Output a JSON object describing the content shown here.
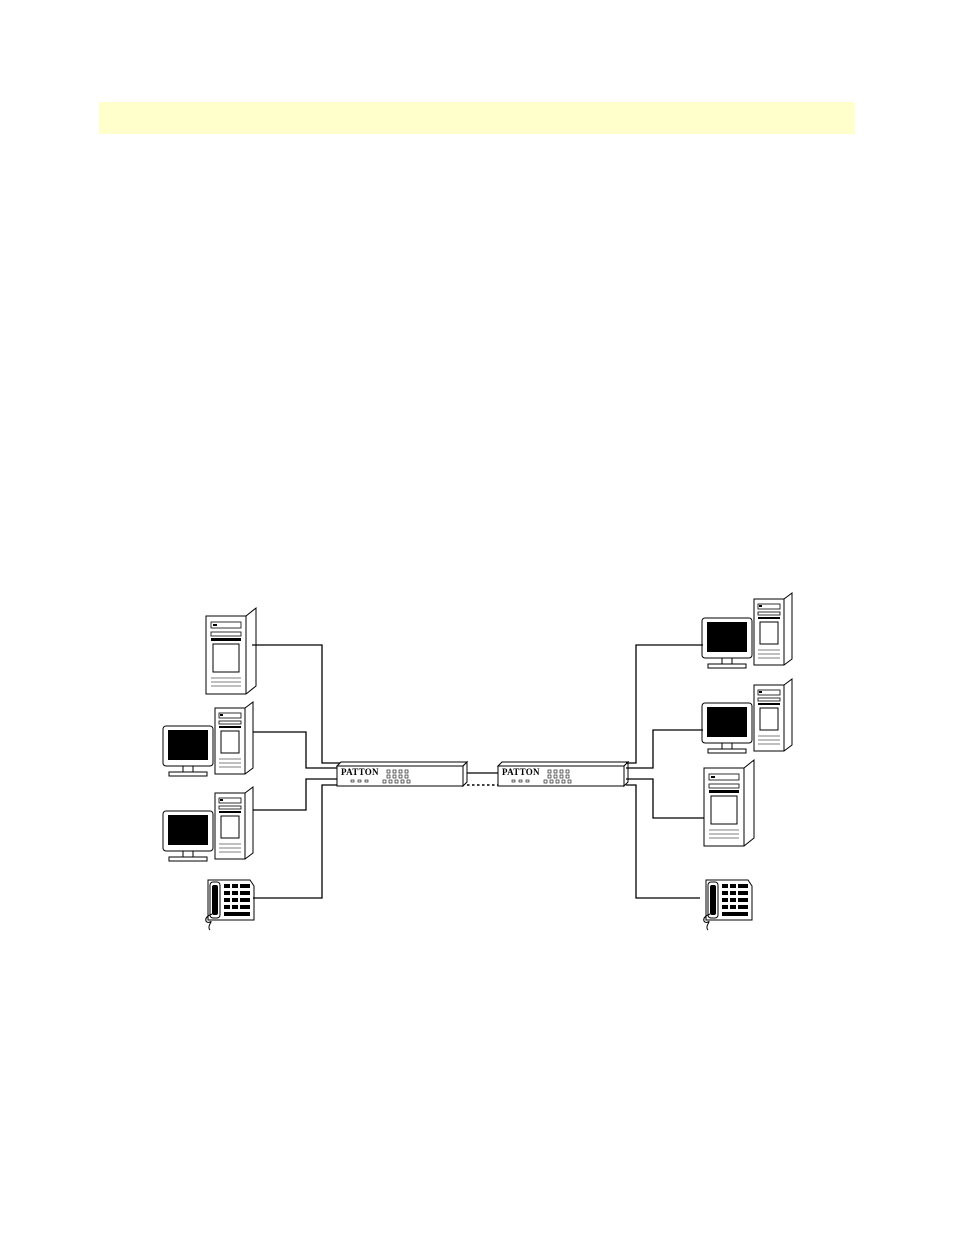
{
  "header": {
    "band_color": "#ffffcc"
  },
  "diagram": {
    "left_modem": {
      "logo": "PATTON"
    },
    "right_modem": {
      "logo": "PATTON"
    },
    "link_style": "dotted",
    "left_devices": [
      "server-tower",
      "workstation",
      "workstation",
      "telephone"
    ],
    "right_devices": [
      "workstation",
      "workstation",
      "server-tower",
      "telephone"
    ]
  }
}
